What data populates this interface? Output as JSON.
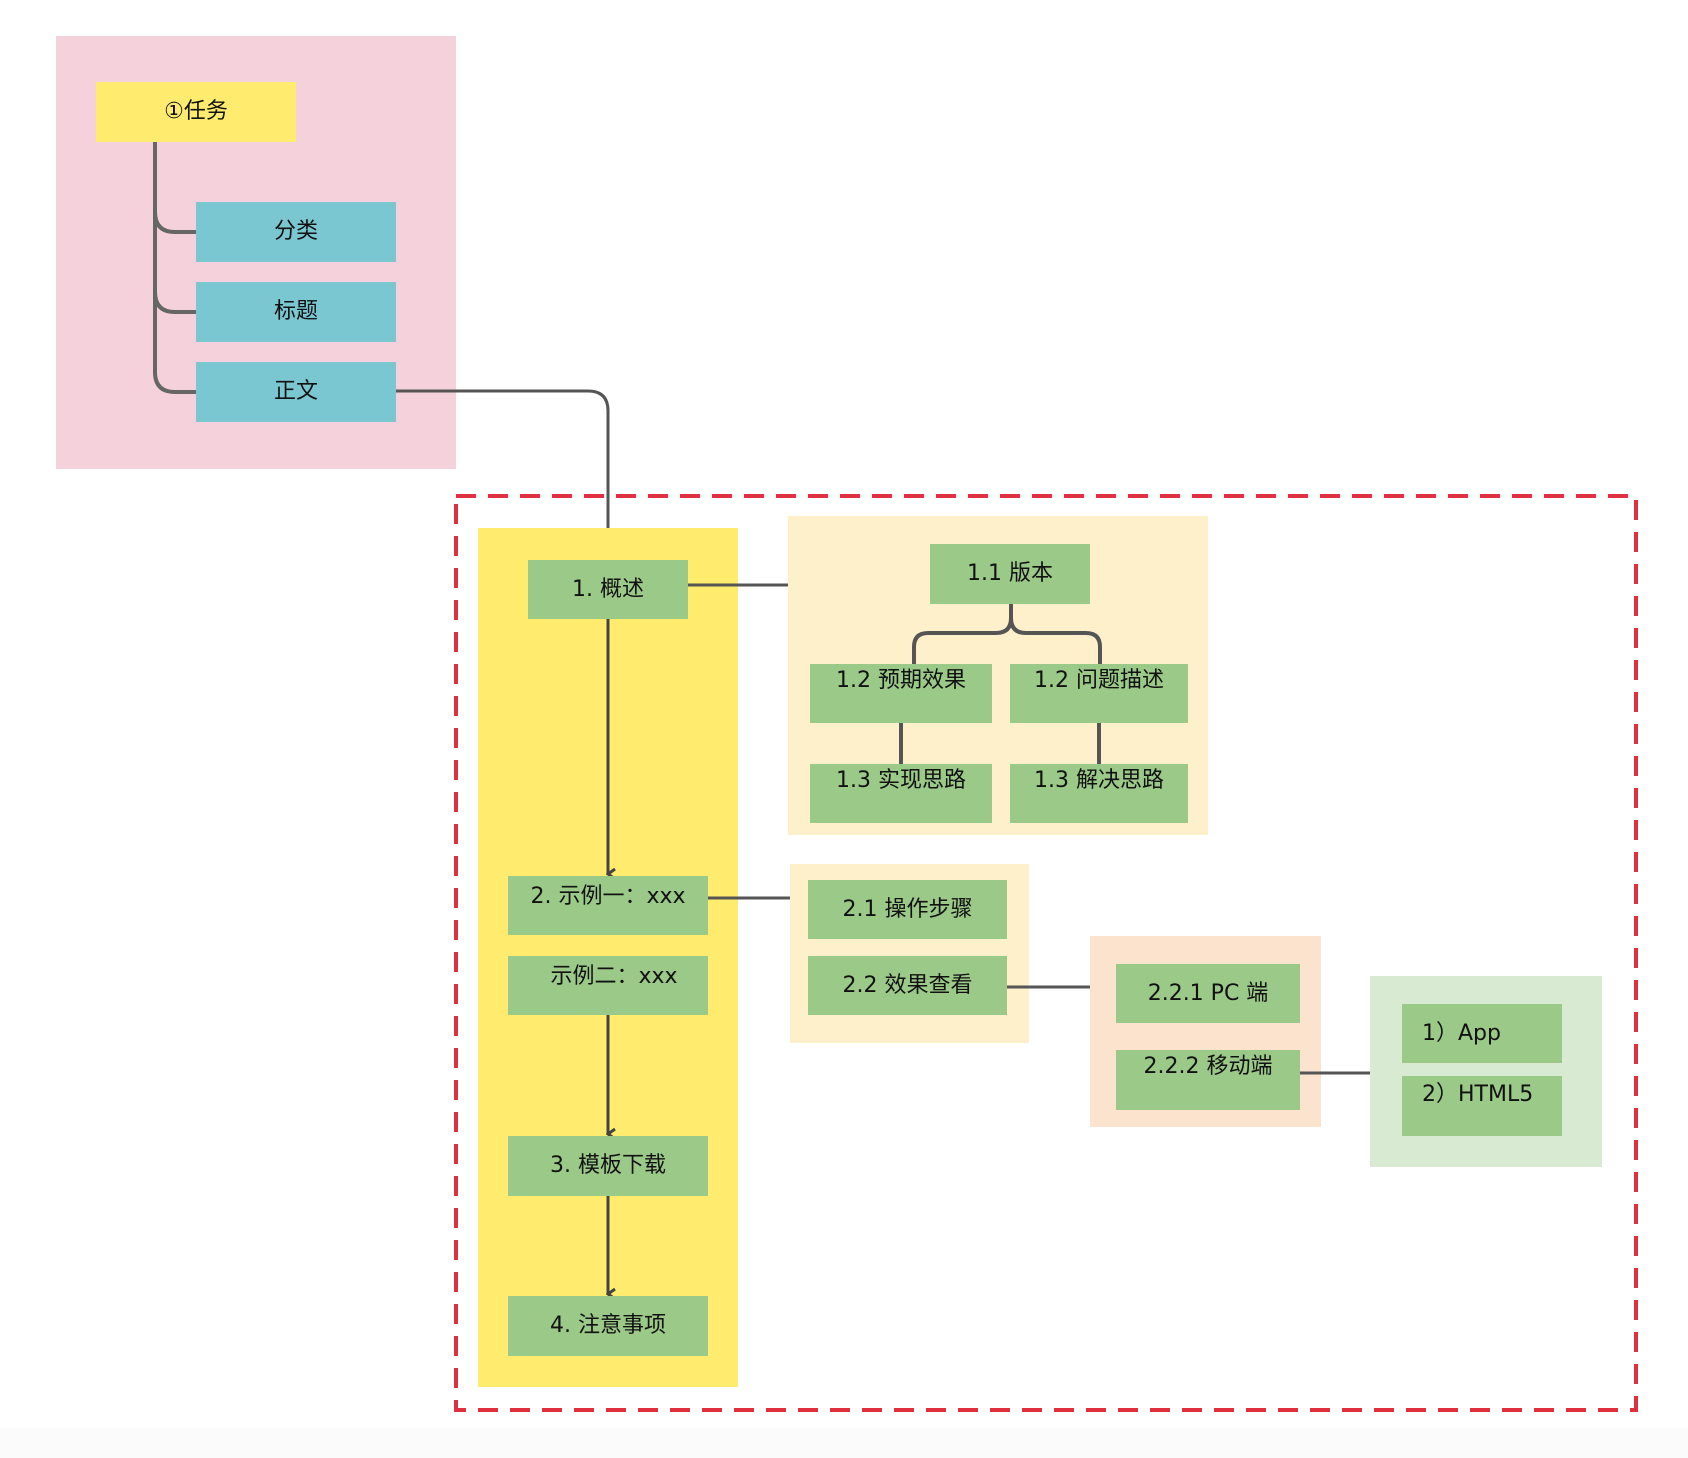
{
  "diagram": {
    "root": {
      "label": "①任务"
    },
    "root_children": [
      {
        "label": "分类"
      },
      {
        "label": "标题"
      },
      {
        "label": "正文"
      }
    ],
    "main_steps": [
      {
        "label": "1. 概述"
      },
      {
        "label": "2. 示例一：xxx"
      },
      {
        "label": "示例二：xxx"
      },
      {
        "label": "3. 模板下载"
      },
      {
        "label": "4. 注意事项"
      }
    ],
    "overview_group": {
      "version": {
        "label": "1.1 版本"
      },
      "expected_effect": {
        "label": "1.2 预期效果"
      },
      "problem_description": {
        "label": "1.2 问题描述"
      },
      "implementation_approach": {
        "label": "1.3 实现思路"
      },
      "solution_approach": {
        "label": "1.3 解决思路"
      }
    },
    "example_group": {
      "steps": {
        "label": "2.1 操作步骤"
      },
      "effect_view": {
        "label": "2.2 效果查看"
      }
    },
    "platform_group": {
      "pc": {
        "label": "2.2.1 PC 端"
      },
      "mobile": {
        "label": "2.2.2 移动端"
      }
    },
    "mobile_group": {
      "app": {
        "label": "1）App"
      },
      "html5": {
        "label": "2）HTML5"
      }
    },
    "colors": {
      "pink_region": "#f5d1dc",
      "yellow": "#ffec6e",
      "cyan_node": "#7ac7d2",
      "green_node": "#9bc987",
      "cream_region": "#fff0cc",
      "peach_region": "#fce3ce",
      "light_green_region": "#d9ead3",
      "dashed_border": "#e0303f",
      "connector": "#555555"
    }
  }
}
